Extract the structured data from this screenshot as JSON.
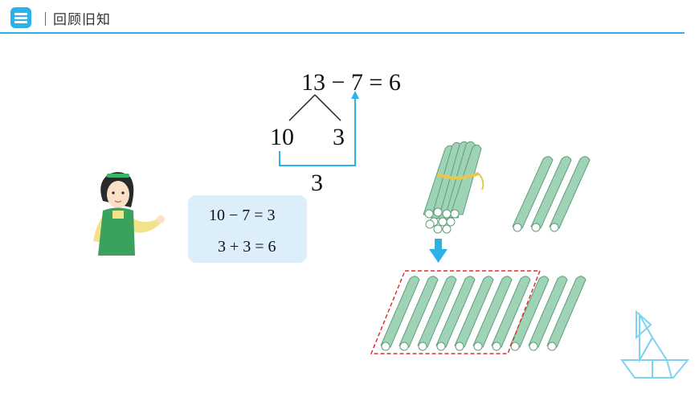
{
  "header": {
    "title": "｜回顾旧知",
    "logo_icon": "book-stack-icon",
    "accent": "#2bb3e8"
  },
  "equations": {
    "main": "13 − 7 = 6",
    "split_left": "10",
    "split_right": "3",
    "bracket_result": "3"
  },
  "callout": {
    "line1": "10 − 7 = 3",
    "line2": "3 + 3 = 6",
    "background": "#dceefa"
  },
  "illustrations": {
    "character": "girl-pointing-icon",
    "bundle": "stick-bundle-icon",
    "arrow": "down-arrow-icon",
    "corner": "tangram-boat-icon",
    "stick_color": "#9fd3b6",
    "dashed_color": "#e03030"
  }
}
